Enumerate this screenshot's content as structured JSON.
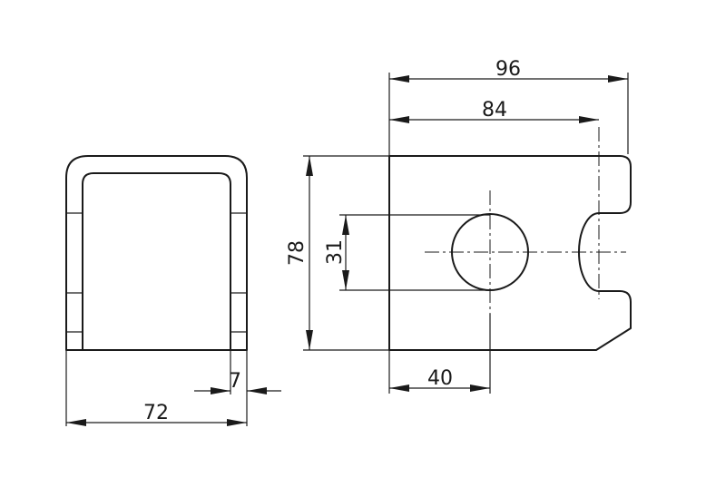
{
  "drawing": {
    "side_view": {
      "dimensions": {
        "overall_width": "72",
        "wall_thickness": "7"
      }
    },
    "front_view": {
      "dimensions": {
        "overall_length": "96",
        "slot_center": "84",
        "height": "78",
        "hole_diameter": "31",
        "hole_center": "40"
      }
    }
  }
}
